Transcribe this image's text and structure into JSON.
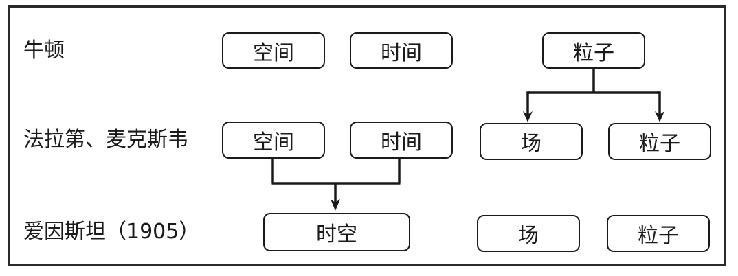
{
  "rows": {
    "newton": "牛顿",
    "faraday_maxwell": "法拉第、麦克斯韦",
    "einstein": "爱因斯坦（1905）"
  },
  "nodes": {
    "newton_space": "空间",
    "newton_time": "时间",
    "newton_particle": "粒子",
    "fm_space": "空间",
    "fm_time": "时间",
    "fm_field": "场",
    "fm_particle": "粒子",
    "e_spacetime": "时空",
    "e_field": "场",
    "e_particle": "粒子"
  }
}
